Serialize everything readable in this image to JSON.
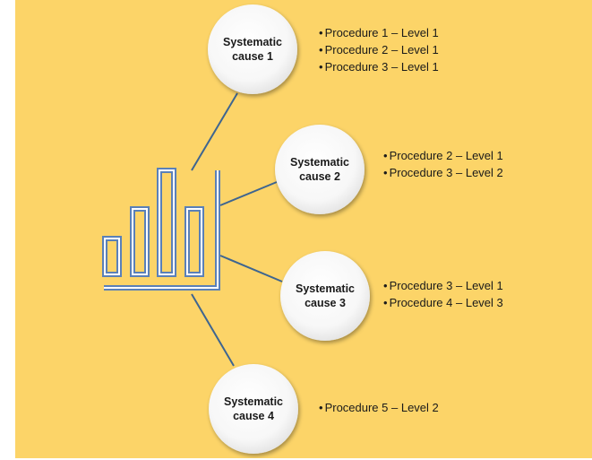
{
  "colors": {
    "background": "#fcd468",
    "circle_fill": "#fafafa",
    "connector": "#3e6590",
    "chart_stroke": "#5a80b8",
    "chart_inner": "#ffffff"
  },
  "icon": "bar-chart-icon",
  "causes": [
    {
      "line1": "Systematic",
      "line2": "cause 1",
      "procedures": [
        "Procedure 1 – Level 1",
        "Procedure 2 – Level 1",
        "Procedure 3 – Level 1"
      ]
    },
    {
      "line1": "Systematic",
      "line2": "cause 2",
      "procedures": [
        "Procedure 2 – Level 1",
        "Procedure 3 – Level 2"
      ]
    },
    {
      "line1": "Systematic",
      "line2": "cause 3",
      "procedures": [
        "Procedure 3 – Level 1",
        "Procedure 4 – Level 3"
      ]
    },
    {
      "line1": "Systematic",
      "line2": "cause 4",
      "procedures": [
        "Procedure 5 – Level 2"
      ]
    }
  ]
}
